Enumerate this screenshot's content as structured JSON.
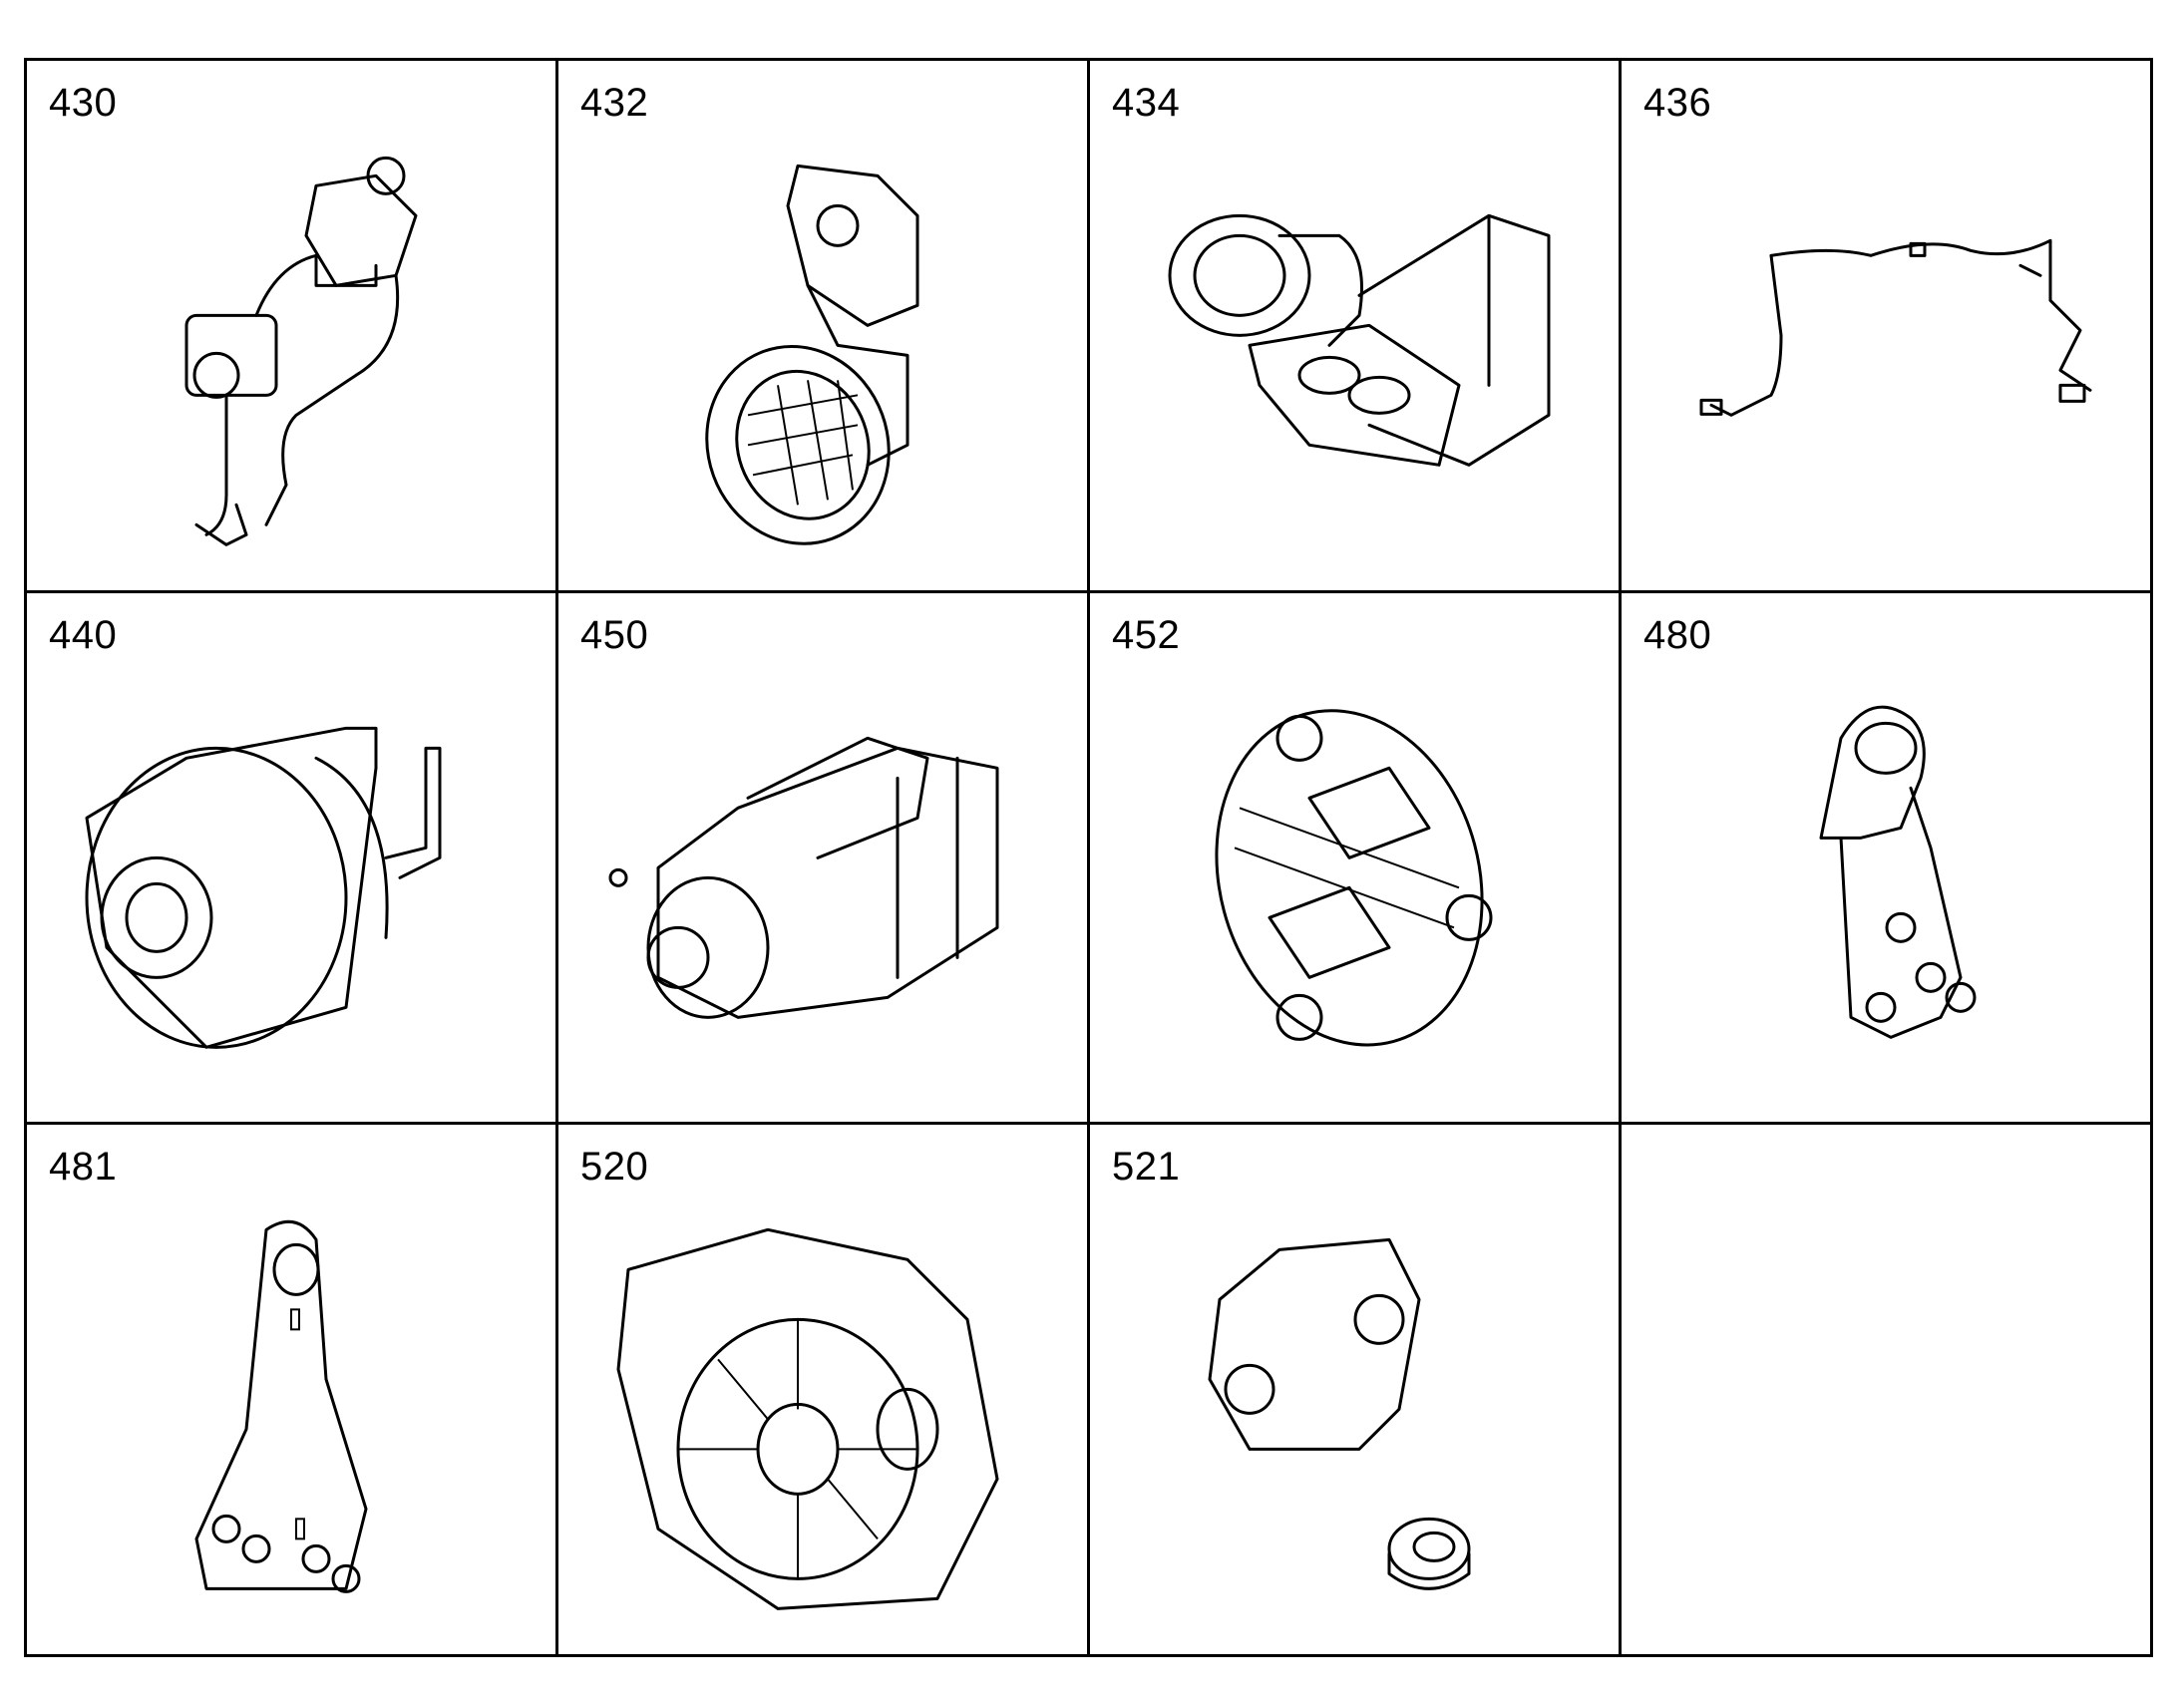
{
  "cells": [
    {
      "label": "430",
      "icon": "turbocharger-assembly-icon"
    },
    {
      "label": "432",
      "icon": "exhaust-elbow-filter-icon"
    },
    {
      "label": "434",
      "icon": "turbo-flange-bracket-icon"
    },
    {
      "label": "436",
      "icon": "wiring-harness-icon"
    },
    {
      "label": "440",
      "icon": "alternator-icon"
    },
    {
      "label": "450",
      "icon": "starter-motor-icon"
    },
    {
      "label": "452",
      "icon": "cover-plate-logo-icon"
    },
    {
      "label": "480",
      "icon": "lifting-bracket-icon"
    },
    {
      "label": "481",
      "icon": "lifting-eye-bracket-icon"
    },
    {
      "label": "520",
      "icon": "flywheel-housing-icon"
    },
    {
      "label": "521",
      "icon": "cover-plate-plug-icon"
    },
    {
      "label": "",
      "icon": ""
    }
  ]
}
